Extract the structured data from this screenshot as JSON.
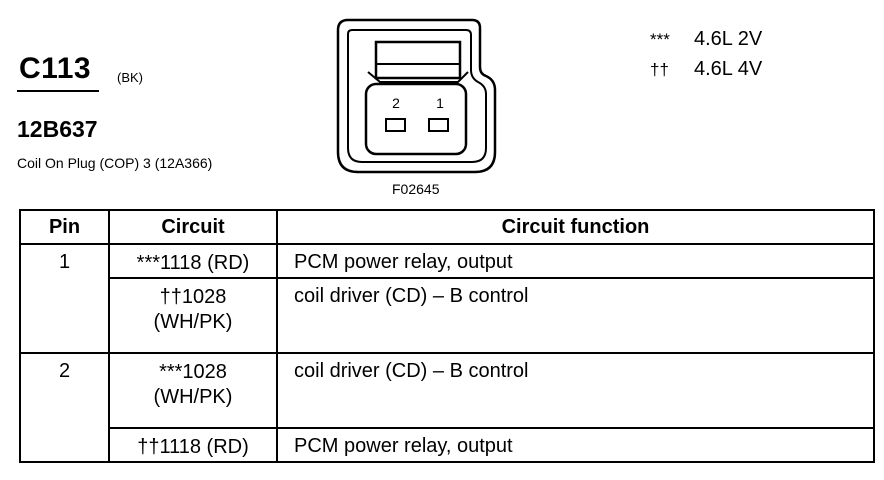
{
  "connector": {
    "id": "C113",
    "color_code": "(BK)",
    "part_number": "12B637",
    "description": "Coil On Plug (COP) 3 (12A366)",
    "figure_id": "F02645",
    "pins": [
      "2",
      "1"
    ]
  },
  "legend": [
    {
      "symbol": "***",
      "label": "4.6L 2V"
    },
    {
      "symbol": "††",
      "label": "4.6L 4V"
    }
  ],
  "table": {
    "headers": {
      "pin": "Pin",
      "circuit": "Circuit",
      "function": "Circuit function"
    },
    "rows": [
      {
        "pin": "1",
        "circuit_line1": "***1118 (RD)",
        "circuit_line2": "",
        "function": "PCM power relay, output"
      },
      {
        "pin": "",
        "circuit_line1": "††1028",
        "circuit_line2": "(WH/PK)",
        "function": "coil driver (CD) – B control"
      },
      {
        "pin": "2",
        "circuit_line1": "***1028",
        "circuit_line2": "(WH/PK)",
        "function": "coil driver (CD) – B control"
      },
      {
        "pin": "",
        "circuit_line1": "††1118 (RD)",
        "circuit_line2": "",
        "function": "PCM power relay, output"
      }
    ]
  }
}
